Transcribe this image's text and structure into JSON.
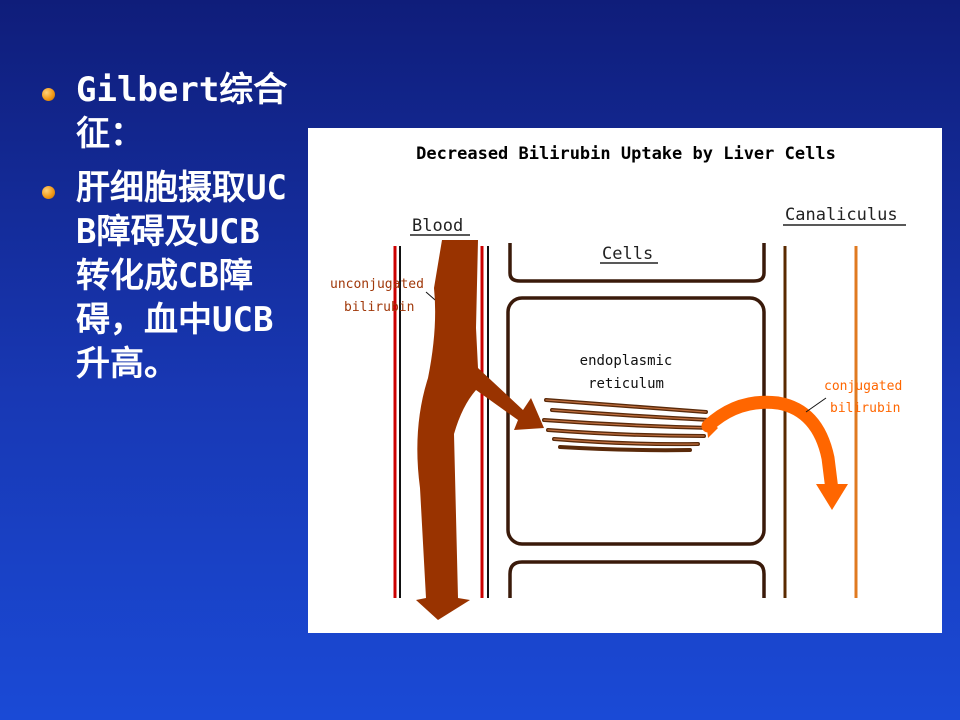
{
  "slide": {
    "bullets": [
      {
        "text": "Gilbert综合征："
      },
      {
        "text": "肝细胞摄取UCB障碍及UCB转化成CB障碍，血中UCB升高。"
      }
    ]
  },
  "figure": {
    "title": "Decreased Bilirubin Uptake by Liver Cells",
    "label_blood": "Blood",
    "label_cells": "Cells",
    "label_canaliculus": "Canaliculus",
    "label_unconjugated_line1": "unconjugated",
    "label_unconjugated_line2": "bilirubin",
    "label_er_line1": "endoplasmic",
    "label_er_line2": "reticulum",
    "label_conjugated_line1": "conjugated",
    "label_conjugated_line2": "bilirubin"
  },
  "colors": {
    "background_top": "#0f1d7a",
    "background_bottom": "#1a4ad6",
    "bullet": "#f29a18",
    "unconjugated": "#993300",
    "conjugated": "#ff6600",
    "membrane": "#3a1a0a",
    "blood_vessel_wall": "#cc0000"
  }
}
